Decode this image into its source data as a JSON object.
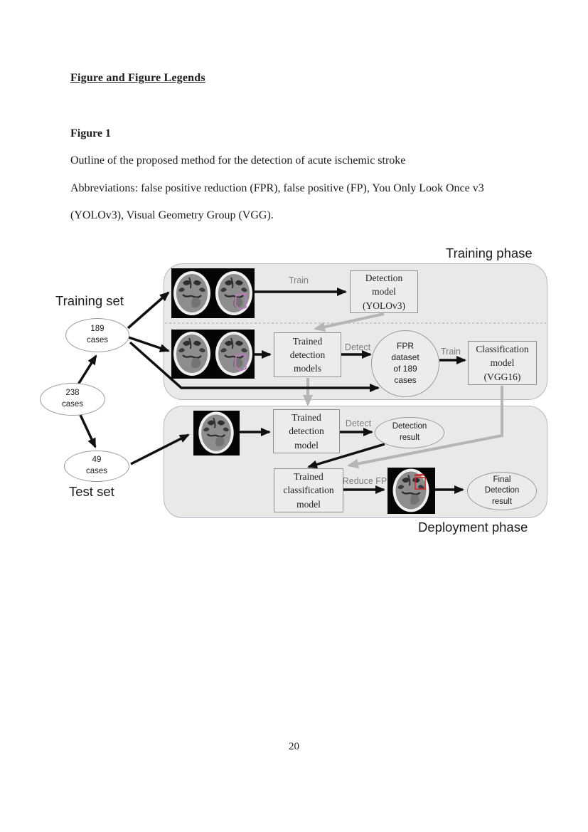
{
  "colors": {
    "panel-fill": "#e9e9e9",
    "panel-border": "#b3bac6",
    "node-fill": "#ececec",
    "node-border": "#8f8f8f",
    "oval-border": "#9a9a9a",
    "arrow-black": "#101010",
    "arrow-gray": "#b5b5b5",
    "edge-label": "#7d7d7d",
    "annotation-purple": "#c479c4",
    "annotation-red": "#cc2a2a"
  },
  "document": {
    "heading": "Figure and Figure Legends",
    "figure_label": "Figure 1",
    "caption_lines": [
      "Outline of the proposed method for the detection of acute ischemic stroke",
      "Abbreviations: false positive reduction (FPR), false positive (FP), You Only Look Once v3",
      "(YOLOv3), Visual Geometry Group (VGG)."
    ],
    "page_number": "20"
  },
  "diagram": {
    "training_phase_label": "Training phase",
    "deployment_phase_label": "Deployment phase",
    "training_set_label": "Training set",
    "test_set_label": "Test set",
    "nodes": {
      "cases_189": "189\ncases",
      "cases_238": "238\ncases",
      "cases_49": "49\ncases",
      "detection_model": "Detection\nmodel\n(YOLOv3)",
      "trained_detection_models": "Trained\ndetection\nmodels",
      "fpr_dataset": "FPR\ndataset\nof 189\ncases",
      "classification_model": "Classification\nmodel\n(VGG16)",
      "trained_detection_model": "Trained\ndetection\nmodel",
      "detection_result": "Detection\nresult",
      "trained_classification_model": "Trained\nclassification\nmodel",
      "final_detection_result": "Final\nDetection\nresult"
    },
    "edge_labels": {
      "train_detection": "Train",
      "detect_fpr": "Detect",
      "train_classification": "Train",
      "detect_result": "Detect",
      "reduce_fp": "Reduce FP"
    }
  }
}
